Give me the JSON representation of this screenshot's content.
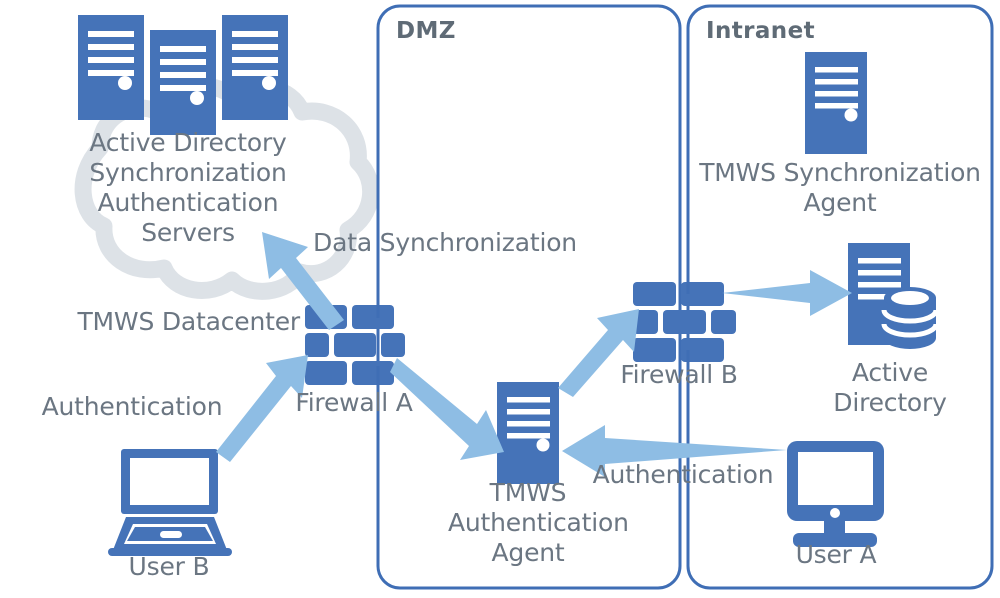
{
  "diagram": {
    "title": "TMWS Authentication and Synchronization Architecture",
    "background": "#ffffff",
    "colors": {
      "icon_blue": "#4573b8",
      "arrow_blue": "#8ebde4",
      "cloud_gray": "#dde2e7",
      "label_gray": "#6b7682",
      "zone_border": "#3f6eb5",
      "zone_title_gray": "#5f6b76",
      "connector_blue": "#3f6eb5"
    }
  },
  "zones": [
    {
      "id": "dmz",
      "label": "DMZ"
    },
    {
      "id": "intranet",
      "label": "Intranet"
    }
  ],
  "nodes": [
    {
      "id": "ad-sync-auth-servers",
      "icon": "cloud-with-servers-icon",
      "label": "Active Directory\nSynchronization\nAuthentication\nServers"
    },
    {
      "id": "tmws-datacenter",
      "icon": "text-label",
      "label": "TMWS Datacenter"
    },
    {
      "id": "firewall-a",
      "icon": "firewall-icon",
      "label": "Firewall A"
    },
    {
      "id": "firewall-b",
      "icon": "firewall-icon",
      "label": "Firewall B"
    },
    {
      "id": "tmws-authentication-agent",
      "icon": "server-icon",
      "label": "TMWS\nAuthentication\nAgent"
    },
    {
      "id": "tmws-synchronization-agent",
      "icon": "server-icon",
      "label": "TMWS Synchronization\nAgent"
    },
    {
      "id": "active-directory",
      "icon": "server-database-icon",
      "label": "Active\nDirectory"
    },
    {
      "id": "user-a",
      "icon": "desktop-monitor-icon",
      "label": "User A"
    },
    {
      "id": "user-b",
      "icon": "laptop-icon",
      "label": "User B"
    }
  ],
  "flows": [
    {
      "id": "data-synchronization",
      "label": "Data Synchronization",
      "from": "tmws-synchronization-agent",
      "to": "ad-sync-auth-servers"
    },
    {
      "id": "authentication-user-b",
      "label": "Authentication",
      "from": "user-b",
      "to": "firewall-a"
    },
    {
      "id": "authentication-user-a",
      "label": "Authentication",
      "from": "user-a",
      "to": "tmws-authentication-agent"
    },
    {
      "id": "firewall-a-to-auth-agent",
      "label": "",
      "from": "firewall-a",
      "to": "tmws-authentication-agent"
    },
    {
      "id": "auth-agent-to-firewall-b",
      "label": "",
      "from": "tmws-authentication-agent",
      "to": "firewall-b"
    },
    {
      "id": "firewall-b-to-active-directory",
      "label": "",
      "from": "firewall-b",
      "to": "active-directory"
    }
  ]
}
